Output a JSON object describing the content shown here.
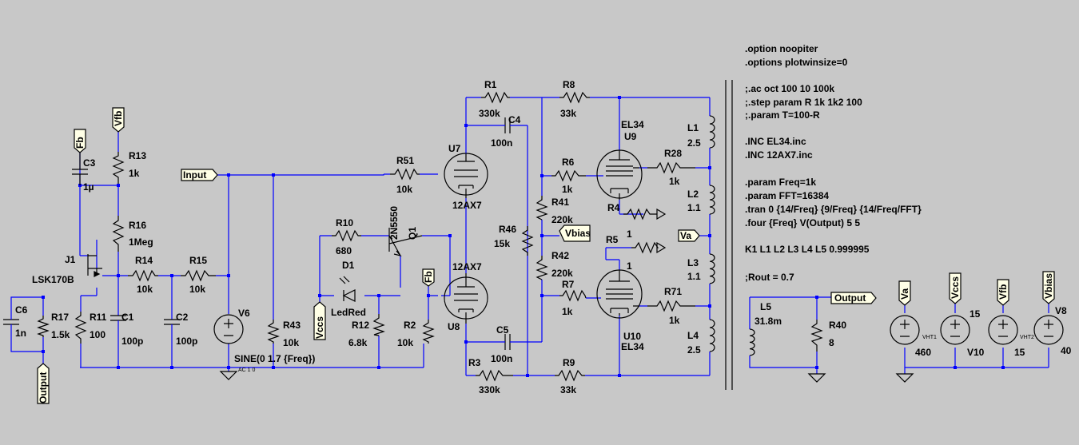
{
  "colors": {
    "background": "#c8c8c8",
    "wire": "#0000ff",
    "component": "#000000",
    "flag_fill": "#ffffe6"
  },
  "netlist": {
    "lines": [
      ".option noopiter",
      ".options plotwinsize=0",
      ";.ac oct 100 10 100k",
      ";.step param R 1k 1k2 100",
      ";.param T=100-R",
      ".INC EL34.inc",
      ".INC 12AX7.inc",
      ".param Freq=1k",
      ".param FFT=16384",
      ".tran 0 {14/Freq} {9/Freq} {14/Freq/FFT}",
      ".four {Freq} V(Output) 5 5",
      "K1 L1 L2 L3 L4 L5 0.999995",
      ";Rout = 0.7"
    ]
  },
  "nets": {
    "input": "Input",
    "output": "Output",
    "va": "Va",
    "vbias": "Vbias",
    "vccs": "Vccs",
    "vfb": "Vfb",
    "fb": "Fb"
  },
  "components": {
    "R1": {
      "name": "R1",
      "value": "330k"
    },
    "R2": {
      "name": "R2",
      "value": "10k"
    },
    "R3": {
      "name": "R3",
      "value": "330k"
    },
    "R4": {
      "name": "R4",
      "value": "1"
    },
    "R5": {
      "name": "R5",
      "value": "1"
    },
    "R6": {
      "name": "R6",
      "value": "1k"
    },
    "R7": {
      "name": "R7",
      "value": "1k"
    },
    "R8": {
      "name": "R8",
      "value": "33k"
    },
    "R9": {
      "name": "R9",
      "value": "33k"
    },
    "R10": {
      "name": "R10",
      "value": "680"
    },
    "R11": {
      "name": "R11",
      "value": "100"
    },
    "R12": {
      "name": "R12",
      "value": "6.8k"
    },
    "R13": {
      "name": "R13",
      "value": "1k"
    },
    "R14": {
      "name": "R14",
      "value": "10k"
    },
    "R15": {
      "name": "R15",
      "value": "10k"
    },
    "R16": {
      "name": "R16",
      "value": "1Meg"
    },
    "R17": {
      "name": "R17",
      "value": "1.5k"
    },
    "R28": {
      "name": "R28",
      "value": "1k"
    },
    "R40": {
      "name": "R40",
      "value": "8"
    },
    "R41": {
      "name": "R41",
      "value": "220k"
    },
    "R42": {
      "name": "R42",
      "value": "220k"
    },
    "R43": {
      "name": "R43",
      "value": "10k"
    },
    "R46": {
      "name": "R46",
      "value": "15k"
    },
    "R51": {
      "name": "R51",
      "value": "10k"
    },
    "R71": {
      "name": "R71",
      "value": "1k"
    },
    "C1": {
      "name": "C1",
      "value": "100p"
    },
    "C2": {
      "name": "C2",
      "value": "100p"
    },
    "C3": {
      "name": "C3",
      "value": "1µ"
    },
    "C4": {
      "name": "C4",
      "value": "100n"
    },
    "C5": {
      "name": "C5",
      "value": "100n"
    },
    "C6": {
      "name": "C6",
      "value": "1n"
    },
    "L1": {
      "name": "L1",
      "value": "2.5"
    },
    "L2": {
      "name": "L2",
      "value": "1.1"
    },
    "L3": {
      "name": "L3",
      "value": "1.1"
    },
    "L4": {
      "name": "L4",
      "value": "2.5"
    },
    "L5": {
      "name": "L5",
      "value": "31.8m"
    },
    "U7": {
      "name": "U7",
      "value": "12AX7"
    },
    "U8": {
      "name": "U8",
      "value": "12AX7"
    },
    "U9": {
      "name": "U9",
      "value": "EL34"
    },
    "U10": {
      "name": "U10",
      "value": "EL34"
    },
    "Q1": {
      "name": "Q1",
      "value": "2N5550"
    },
    "J1": {
      "name": "J1",
      "value": "LSK170B"
    },
    "D1": {
      "name": "D1",
      "value": "LedRed"
    },
    "V6": {
      "name": "V6",
      "value": "SINE(0 1.7 {Freq})",
      "tag": "AC 1 0"
    },
    "VHT1": {
      "name": "VHT1",
      "value": "460"
    },
    "V10": {
      "name": "V10",
      "value": "15"
    },
    "VHT2": {
      "name": "VHT2",
      "value": "15"
    },
    "V8": {
      "name": "V8",
      "value": "40"
    }
  }
}
